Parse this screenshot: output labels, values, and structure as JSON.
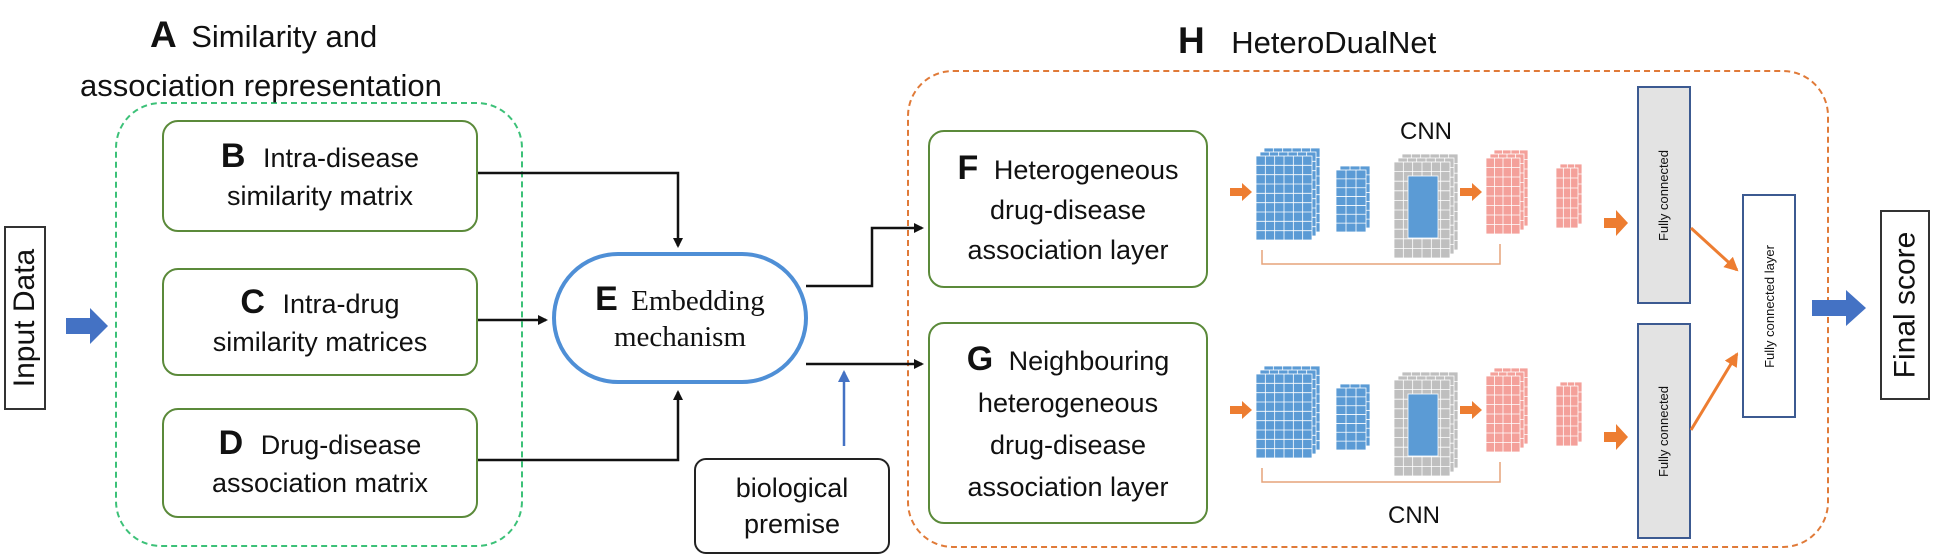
{
  "section_a": {
    "letter": "A",
    "title_line1": "Similarity and",
    "title_line2": "association representation"
  },
  "section_h": {
    "letter": "H",
    "title": "HeteroDualNet"
  },
  "input": {
    "label": "Input Data"
  },
  "output": {
    "label": "Final score"
  },
  "box_b": {
    "letter": "B",
    "line1": "Intra-disease",
    "line2": "similarity matrix"
  },
  "box_c": {
    "letter": "C",
    "line1": "Intra-drug",
    "line2": "similarity matrices"
  },
  "box_d": {
    "letter": "D",
    "line1": "Drug-disease",
    "line2": "association matrix"
  },
  "box_e": {
    "letter": "E",
    "line1": "Embedding",
    "line2": "mechanism"
  },
  "premise": {
    "line1": "biological",
    "line2": "premise"
  },
  "box_f": {
    "letter": "F",
    "line1": "Heterogeneous",
    "line2": "drug-disease",
    "line3": "association layer"
  },
  "box_g": {
    "letter": "G",
    "line1": "Neighbouring",
    "line2": "heterogeneous",
    "line3": "drug-disease",
    "line4": "association layer"
  },
  "cnn_top": {
    "label": "CNN"
  },
  "cnn_bottom": {
    "label": "CNN"
  },
  "fc_top": {
    "label": "Fully connected"
  },
  "fc_bottom": {
    "label": "Fully connected"
  },
  "fc_final": {
    "label": "Fully connected layer"
  },
  "colors": {
    "green_border": "#5b8a3a",
    "green_dash": "#3cc178",
    "orange_dash": "#e07a38",
    "blue_arrow": "#4472c4",
    "orange_arrow": "#ed7d31",
    "cnn_blue": "#5b9bd5",
    "cnn_gray": "#bfbfbf",
    "cnn_red": "#f4a09a",
    "e_border": "#4f8fd6"
  }
}
